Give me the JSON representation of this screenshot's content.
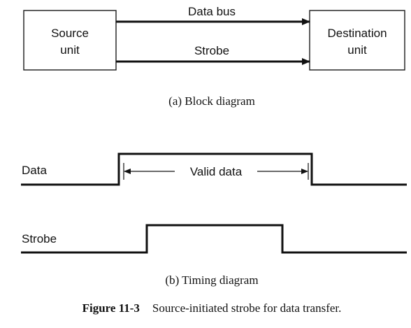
{
  "block_diagram": {
    "source_label_line1": "Source",
    "source_label_line2": "unit",
    "destination_label_line1": "Destination",
    "destination_label_line2": "unit",
    "data_bus_label": "Data bus",
    "strobe_label": "Strobe",
    "caption": "(a)  Block diagram"
  },
  "timing_diagram": {
    "data_label": "Data",
    "valid_data_label": "Valid data",
    "strobe_label": "Strobe",
    "caption": "(b)  Timing diagram"
  },
  "figure": {
    "number": "Figure 11-3",
    "caption": "Source-initiated strobe for data transfer."
  }
}
